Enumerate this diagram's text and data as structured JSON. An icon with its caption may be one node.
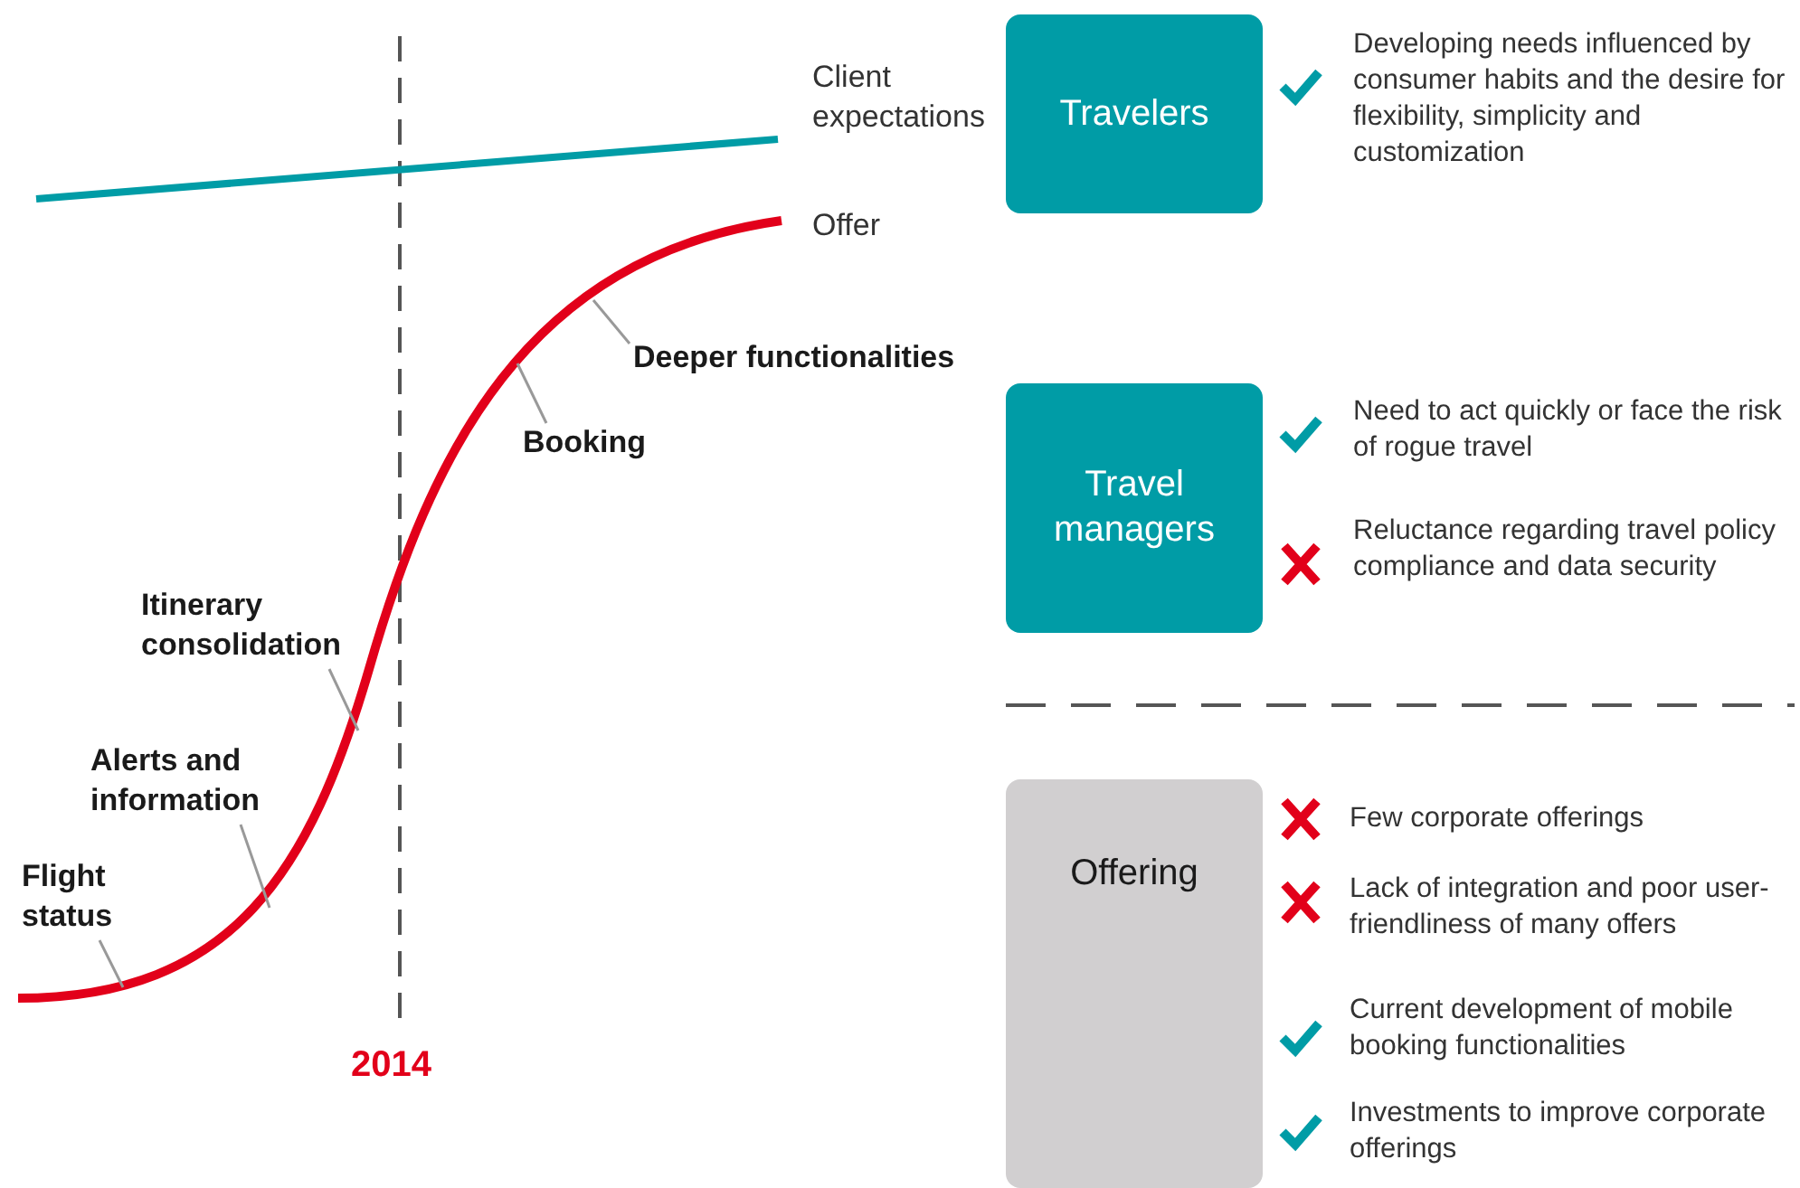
{
  "diagram": {
    "nodes": [
      {
        "text": [
          "Flight status"
        ]
      },
      {
        "text": [
          "Alerts and information"
        ]
      },
      {
        "text": [
          "Itinerary consolidation"
        ]
      },
      {
        "text": [
          "Booking"
        ]
      },
      {
        "text": [
          "Deeper functionalities"
        ]
      },
      {
        "text": [
          "Travelers"
        ]
      },
      {
        "text": [
          "Travel managers"
        ]
      },
      {
        "text": [
          "Offering"
        ]
      }
    ],
    "edges": [
      {
        "from": 0,
        "to": null,
        "arrow": "none"
      },
      {
        "from": 1,
        "to": null,
        "arrow": "none"
      },
      {
        "from": 2,
        "to": null,
        "arrow": "none"
      },
      {
        "from": 3,
        "to": null,
        "arrow": "none"
      },
      {
        "from": 4,
        "to": null,
        "arrow": "none"
      }
    ],
    "labels": [
      "Client expectations",
      "Offer",
      "2014",
      "Developing needs influenced by consumer habits and the desire for flexibility, simplicity and customization",
      "Need to act quickly or face the risk of rogue travel",
      "Reluctance regarding travel policy compliance and data security",
      "Few corporate offerings",
      "Lack of integration and poor user-friendliness of many offers",
      "Current development of mobile booking functionalities",
      "Investments to improve corporate offerings"
    ]
  }
}
